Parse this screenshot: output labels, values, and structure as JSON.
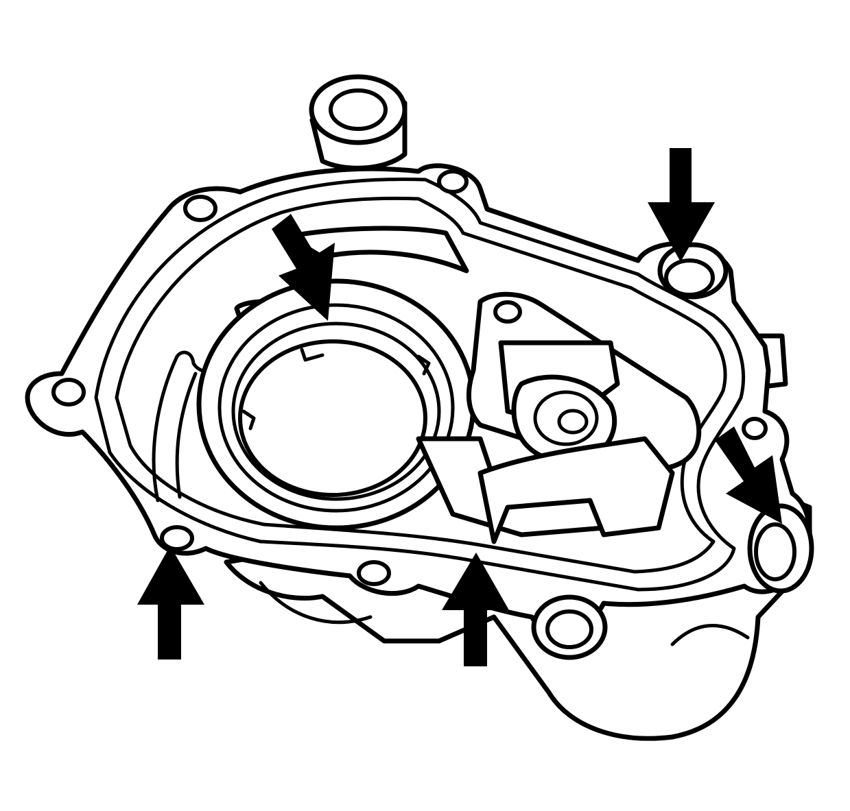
{
  "diagram": {
    "subject": "cover-housing-line-drawing",
    "callouts": [
      {
        "id": "arrow-upper-right-hole",
        "direction": "down"
      },
      {
        "id": "arrow-center-bore",
        "direction": "down-right"
      },
      {
        "id": "arrow-right-side",
        "direction": "down-right"
      },
      {
        "id": "arrow-lower-left-hole",
        "direction": "up"
      },
      {
        "id": "arrow-lower-center",
        "direction": "up"
      }
    ],
    "colors": {
      "stroke": "#000000",
      "background": "#ffffff",
      "arrow": "#000000"
    }
  }
}
